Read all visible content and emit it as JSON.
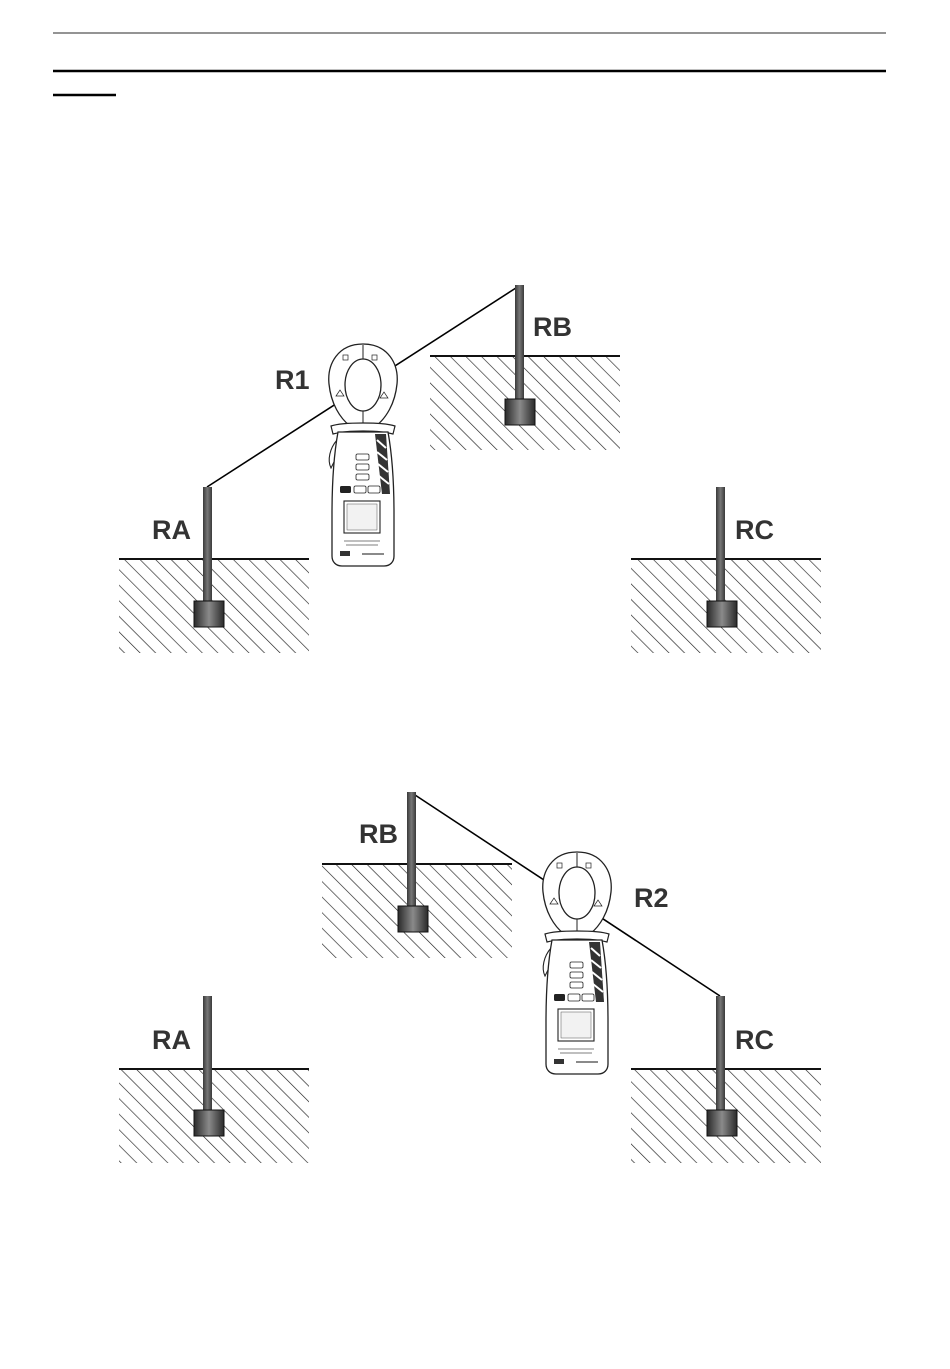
{
  "diagram_1": {
    "labels": {
      "ra": "RA",
      "rb": "RB",
      "rc": "RC",
      "reading": "R1"
    }
  },
  "diagram_2": {
    "labels": {
      "ra": "RA",
      "rb": "RB",
      "rc": "RC",
      "reading": "R2"
    }
  },
  "colors": {
    "rod": "#555555",
    "rod_dark": "#2b2b2b",
    "text": "#333333",
    "line": "#000000"
  },
  "icons": [
    "earth-rod-icon",
    "clamp-meter-icon",
    "soil-hatch-icon"
  ]
}
